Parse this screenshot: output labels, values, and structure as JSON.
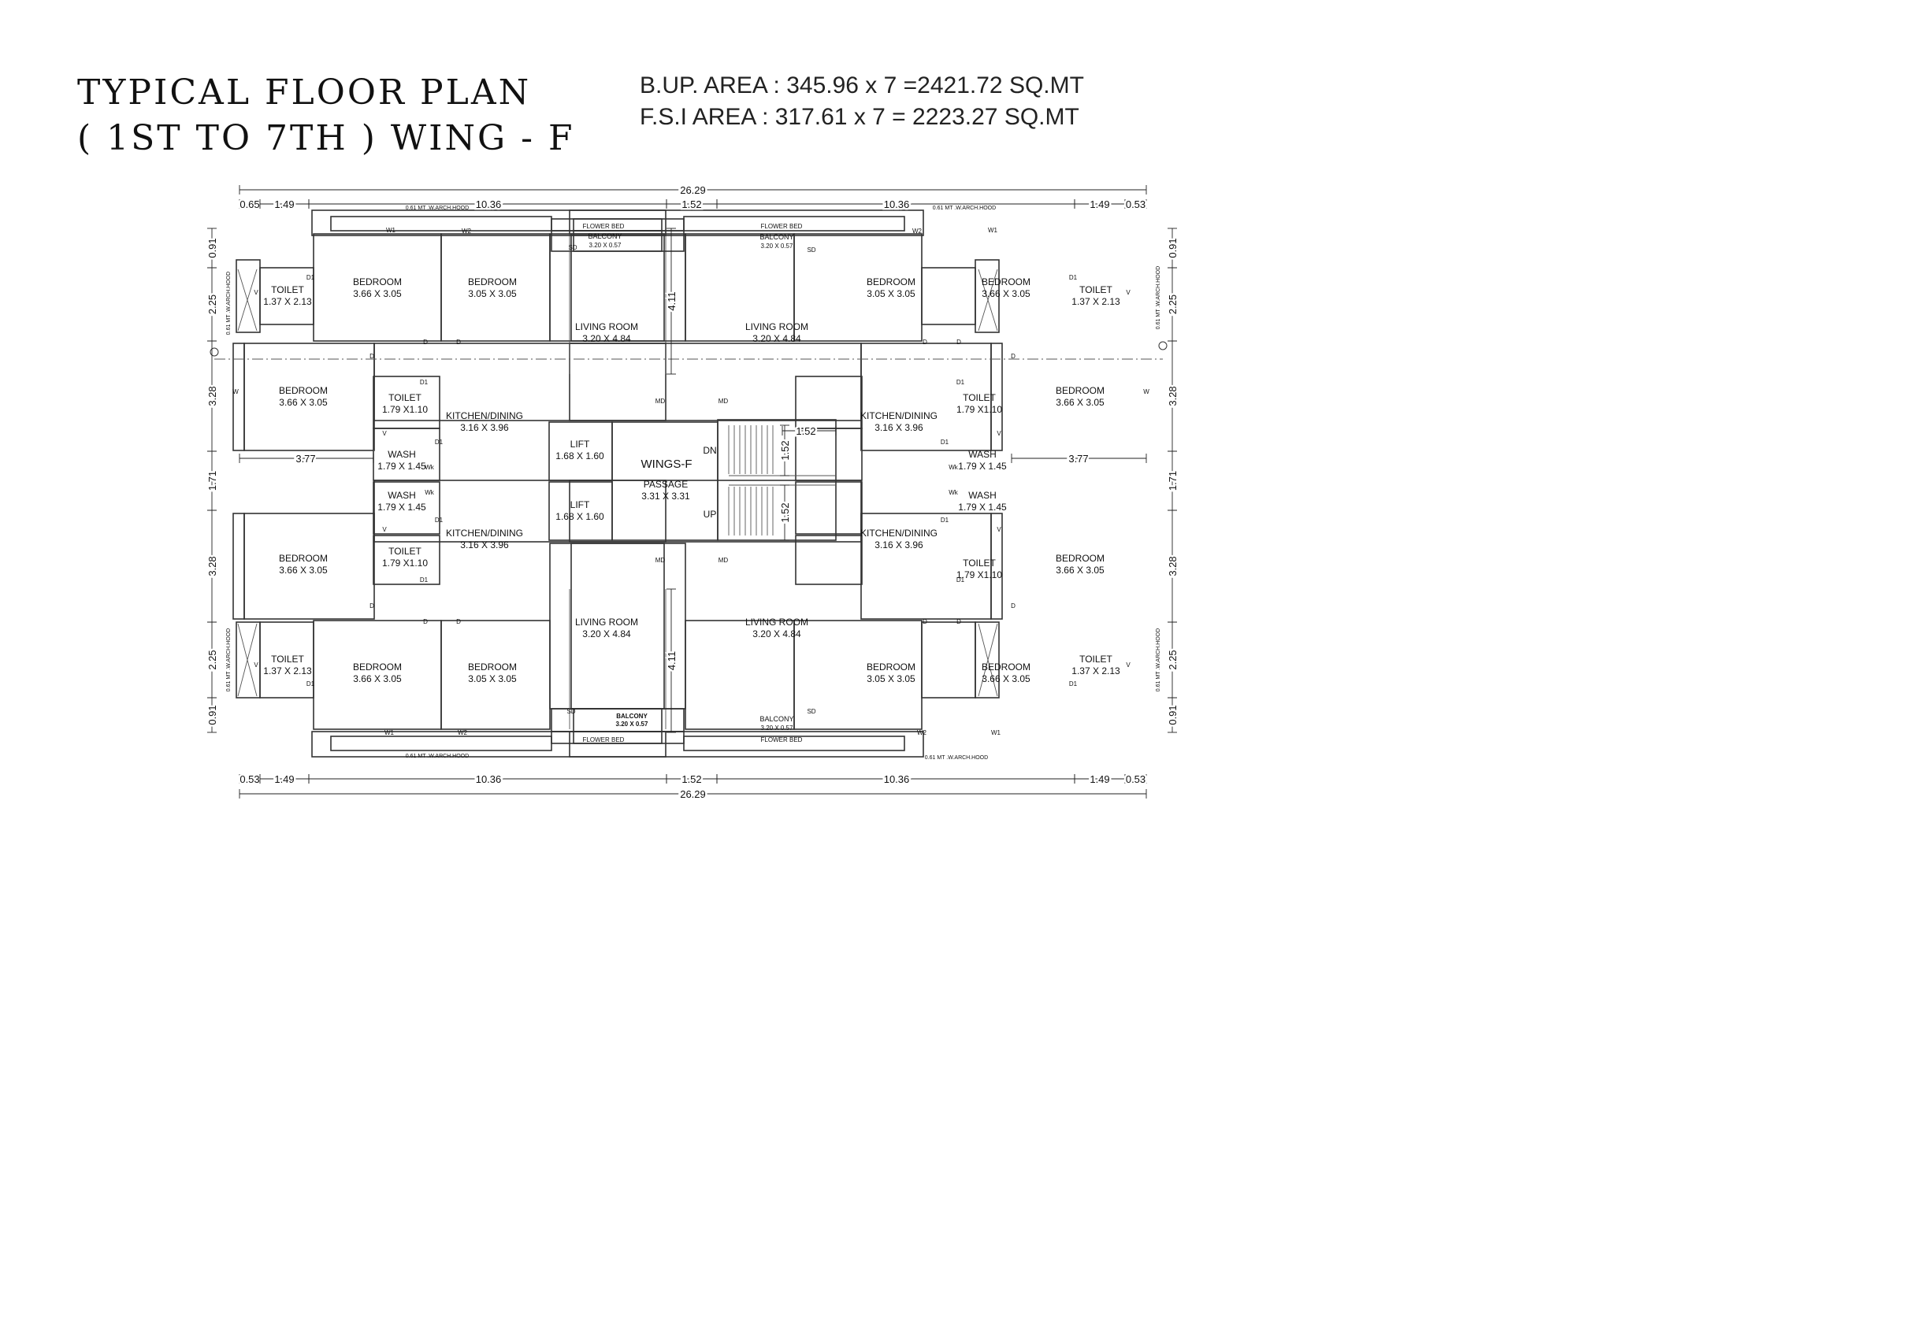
{
  "header": {
    "title_line1": "TYPICAL FLOOR PLAN",
    "title_line2": "( 1ST TO 7TH ) WING - F",
    "bup_area": "B.UP. AREA : 345.96 x 7 =2421.72 SQ.MT",
    "fsi_area": "F.S.I AREA :  317.61 x 7 = 2223.27 SQ.MT"
  },
  "labels": {
    "bedroom": "BEDROOM",
    "toilet": "TOILET",
    "living": "LIVING ROOM",
    "kitchen": "KITCHEN/DINING",
    "wash": "WASH",
    "lift": "LIFT",
    "balcony": "BALCONY",
    "flower_bed": "FLOWER BED",
    "arch_hood": "0.61 MT .W.ARCH.HOOD",
    "wings": "WINGS-F",
    "passage": "PASSAGE",
    "dn": "DN",
    "up": "UP"
  },
  "sizes": {
    "bed_366": "3.66 X 3.05",
    "bed_305": "3.05 X 3.05",
    "toilet_137": "1.37 X 2.13",
    "toilet_179": "1.79 X1.10",
    "living": "3.20 X 4.84",
    "kitchen": "3.16 X 3.96",
    "wash": "1.79 X 1.45",
    "lift": "1.68 X 1.60",
    "balcony": "3.20 X 0.57",
    "passage": "3.31 X 3.31"
  },
  "marks": {
    "door": "D",
    "door1": "D1",
    "main_door": "MD",
    "sliding_door": "SD",
    "window": "W",
    "window1": "W1",
    "window2": "W2",
    "ventilator": "V",
    "wk": "Wk"
  },
  "dimensions": {
    "total": "26.29",
    "wing": "10.36",
    "core": "1.52",
    "side": "1.49",
    "edge_top_left": "0.65",
    "edge_other": "0.53",
    "v_091": "0.91",
    "v_225": "2.25",
    "v_328": "3.28",
    "v_171": "1.71",
    "v_411": "4.11",
    "h_377": "3.77"
  }
}
